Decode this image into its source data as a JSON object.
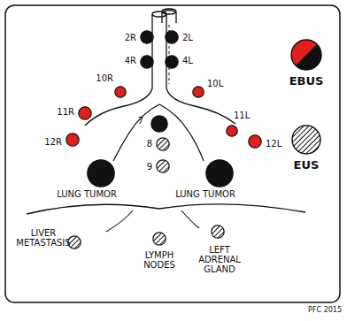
{
  "diagram": {
    "nodes": [
      {
        "text": [
          "2R"
        ]
      },
      {
        "text": [
          "2L"
        ]
      },
      {
        "text": [
          "4R"
        ]
      },
      {
        "text": [
          "4L"
        ]
      },
      {
        "text": [
          "10R"
        ]
      },
      {
        "text": [
          "10L"
        ]
      },
      {
        "text": [
          "11R"
        ]
      },
      {
        "text": [
          "11L"
        ]
      },
      {
        "text": [
          "12R"
        ]
      },
      {
        "text": [
          "12L"
        ]
      },
      {
        "text": [
          "7"
        ]
      },
      {
        "text": [
          "8"
        ]
      },
      {
        "text": [
          "9"
        ]
      },
      {
        "text": [
          "LUNG TUMOR"
        ]
      },
      {
        "text": [
          "LUNG TUMOR"
        ]
      },
      {
        "text": [
          "LIVER METASTASIS"
        ]
      },
      {
        "text": [
          "LYMPH NODES"
        ]
      },
      {
        "text": [
          "LEFT ADRENAL GLAND"
        ]
      }
    ],
    "labels": [
      "PFC 2015"
    ],
    "legend": [
      {
        "text": "EBUS"
      },
      {
        "text": "EUS"
      }
    ]
  }
}
